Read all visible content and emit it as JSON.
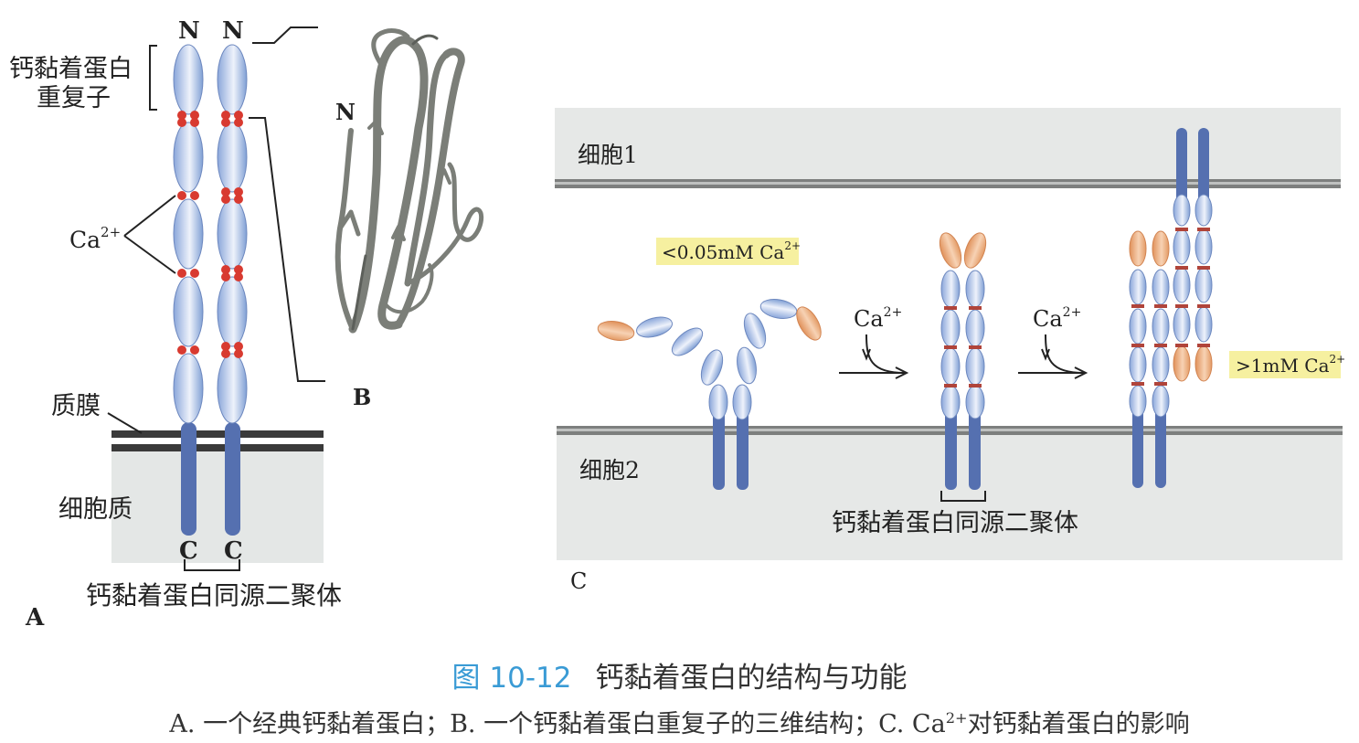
{
  "panel_a": {
    "n_labels": [
      "N",
      "N"
    ],
    "c_labels": [
      "C",
      "C"
    ],
    "repeat_label_line1": "钙黏着蛋白",
    "repeat_label_line2": "重复子",
    "ca_label": "Ca",
    "ca_sup": "2+",
    "membrane_label": "质膜",
    "cytoplasm_label": "细胞质",
    "dimer_label": "钙黏着蛋白同源二聚体",
    "panel_letter": "A"
  },
  "panel_b": {
    "n_label": "N",
    "panel_letter": "B"
  },
  "panel_c": {
    "cell1_label": "细胞1",
    "cell2_label": "细胞2",
    "low_ca_label": "<0.05mM Ca",
    "low_ca_sup": "2+",
    "high_ca_label": ">1mM Ca",
    "high_ca_sup": "2+",
    "arrow_ca_label": "Ca",
    "arrow_ca_sup": "2+",
    "dimer_label": "钙黏着蛋白同源二聚体",
    "panel_letter": "C"
  },
  "caption": {
    "figure_number": "图 10-12",
    "title": "钙黏着蛋白的结构与功能",
    "subtitle_part1": "A. 一个经典钙黏着蛋白；B. 一个钙黏着蛋白重复子的三维结构；C. Ca",
    "subtitle_sup": "2+",
    "subtitle_part2": "对钙黏着蛋白的影响"
  },
  "colors": {
    "domain_blue": "#7f9fd4",
    "domain_light": "#eef2fb",
    "stalk_blue": "#5570b0",
    "orange_domain": "#e8a06a",
    "ca_red": "#d83a30",
    "cell_gray": "#e6e8e7",
    "highlight_yellow": "#f6f0a0",
    "caption_blue": "#3a9bd5"
  }
}
